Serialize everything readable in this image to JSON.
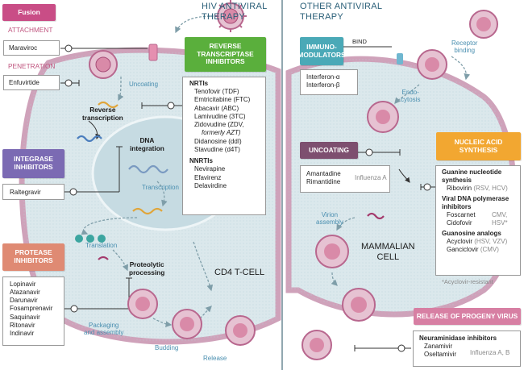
{
  "sections": {
    "hiv_title": [
      "HIV ANTIVIRAL",
      "THERAPY"
    ],
    "other_title": [
      "OTHER ANTIVIRAL",
      "THERAPY"
    ]
  },
  "hiv": {
    "fusion": "Fusion",
    "attachment": "ATTACHMENT",
    "maraviroc": "Maraviroc",
    "penetration": "PENETRATION",
    "enfuvirtide": "Enfuvirtide",
    "uncoating": "Uncoating",
    "reverse_transcription": [
      "Reverse",
      "transcription"
    ],
    "dna_integration": [
      "DNA",
      "integration"
    ],
    "transcription": "Transcription",
    "translation": "Translation",
    "proteolytic": [
      "Proteolytic",
      "processing"
    ],
    "packaging": [
      "Packaging",
      "and assembly"
    ],
    "budding": "Budding",
    "release": "Release",
    "cell_label": "CD4 T-CELL",
    "rti": {
      "header": [
        "REVERSE",
        "TRANSCRIPTASE",
        "INHIBITORS"
      ],
      "nrtis_heading": "NRTIs",
      "nrtis": [
        "Tenofovir (TDF)",
        "Emtricitabine (FTC)",
        "Abacavir (ABC)",
        "Lamivudine (3TC)",
        "Zidovudine (ZDV,"
      ],
      "zdv_alias": "formerly AZT)",
      "nrtis_more": [
        "Didanosine (ddI)",
        "Stavudine (d4T)"
      ],
      "nnrtis_heading": "NNRTIs",
      "nnrtis": [
        "Nevirapine",
        "Efavirenz",
        "Delavirdine"
      ]
    },
    "integrase": {
      "header": [
        "INTEGRASE",
        "INHIBITORS"
      ],
      "drug": "Raltegravir"
    },
    "protease": {
      "header": [
        "PROTEASE",
        "INHIBITORS"
      ],
      "drugs": [
        "Lopinavir",
        "Atazanavir",
        "Darunavir",
        "Fosamprenavir",
        "Saquinavir",
        "Ritonavir",
        "Indinavir"
      ]
    }
  },
  "other": {
    "immuno": {
      "header": [
        "IMMUNO-",
        "MODULATORS"
      ],
      "drugs": [
        "Interferon-α",
        "Interferon-β"
      ]
    },
    "bind": "BIND",
    "receptor_binding": [
      "Receptor",
      "binding"
    ],
    "endocytosis": [
      "Endo-",
      "cytosis"
    ],
    "uncoating": {
      "header": "UNCOATING",
      "drugs": [
        "Amantadine",
        "Rimantidine"
      ],
      "target": "Influenza A"
    },
    "virion_assembly": [
      "Virion",
      "assembly"
    ],
    "cell_label": [
      "MAMMALIAN",
      "CELL"
    ],
    "nas": {
      "header": [
        "NUCLEIC ACID",
        "SYNTHESIS"
      ],
      "g1_heading": [
        "Guanine nucleotide",
        "synthesis"
      ],
      "ribavirin": "Ribovirin",
      "ribavirin_targets": "(RSV, HCV)",
      "g2_heading": [
        "Viral DNA polymerase",
        "inhibitors"
      ],
      "foscarnet": "Foscarnet",
      "cidofovir": "Cidofovir",
      "g2_targets": [
        "CMV,",
        "HSV*"
      ],
      "g3_heading": "Guanosine analogs",
      "acyclovir": "Acyclovir",
      "acyclovir_targets": "(HSV, VZV)",
      "ganciclovir": "Ganciclovir",
      "ganciclovir_targets": "(CMV)"
    },
    "footnote": "*Acyclovir-resistant",
    "progeny": {
      "header": "RELEASE OF PROGENY VIRUS",
      "heading": "Neuraminidase inhibitors",
      "drugs": [
        "Zanamivir",
        "Oseltamivir"
      ],
      "target": "Influenza A, B"
    }
  },
  "colors": {
    "fusion": "#c94d86",
    "rti": "#5aaf3c",
    "integrase": "#7b6ab3",
    "protease": "#df8a73",
    "immuno": "#4aa9b7",
    "uncoating": "#7d4f6f",
    "nas": "#f2a731",
    "progeny": "#d77fa3",
    "cell": "#dbe8ec",
    "cell_edge": "#cfa2ba",
    "nucleus": "#c6dbe2"
  }
}
